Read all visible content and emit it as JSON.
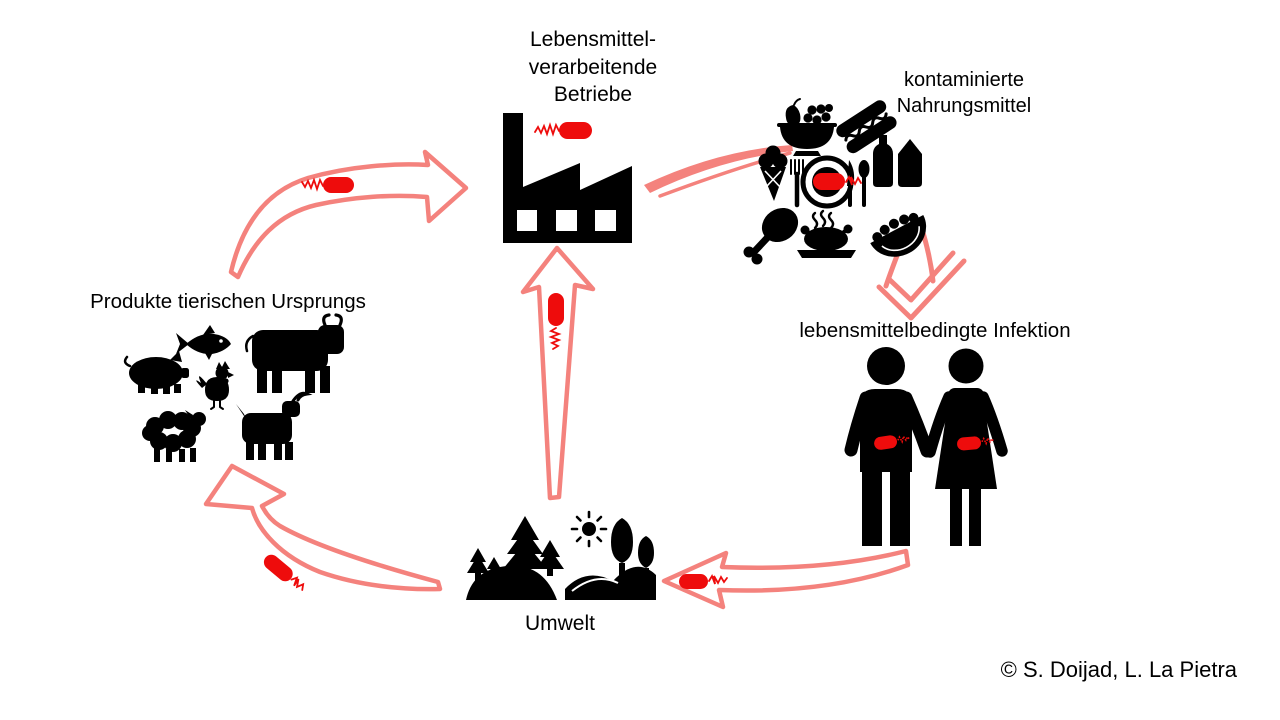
{
  "diagram": {
    "title_context": "foodborne infection cycle",
    "nodes": {
      "factory": {
        "label": "Lebensmittel-\nverarbeitende\nBetriebe",
        "icon": "factory-icon"
      },
      "contaminated_food": {
        "label": "kontaminierte\nNahrungsmittel",
        "icon": "food-cluster-icon"
      },
      "infection": {
        "label": "lebensmittelbedingte Infektion",
        "icon": "man-woman-icon"
      },
      "environment": {
        "label": "Umwelt",
        "icon": "landscape-icon"
      },
      "animal_products": {
        "label": "Produkte tierischen Ursprungs",
        "icon": "farm-animals-icon"
      }
    },
    "flows": [
      {
        "from": "animal_products",
        "to": "factory",
        "marker": "bacterium-icon"
      },
      {
        "from": "factory",
        "to": "contaminated_food"
      },
      {
        "from": "contaminated_food",
        "to": "infection"
      },
      {
        "from": "infection",
        "to": "environment",
        "marker": "bacterium-icon"
      },
      {
        "from": "environment",
        "to": "factory",
        "marker": "bacterium-icon"
      },
      {
        "from": "environment",
        "to": "animal_products",
        "marker": "bacterium-icon"
      }
    ],
    "credit": "© S. Doijad, L. La Pietra",
    "colors": {
      "background": "#ffffff",
      "arrow": "#f4827d",
      "bacterium": "#ee0c0c",
      "icon": "#000000"
    }
  }
}
